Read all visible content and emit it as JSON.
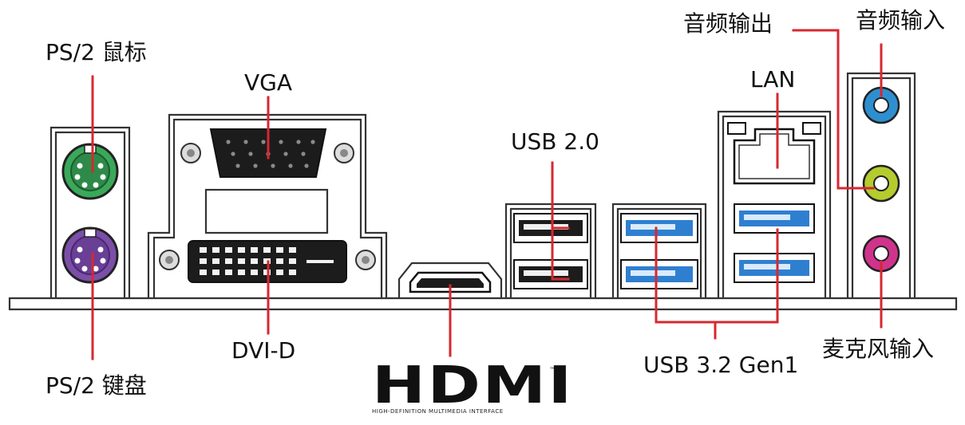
{
  "labels": {
    "ps2_mouse": "PS/2 鼠标",
    "vga": "VGA",
    "usb20": "USB 2.0",
    "lan": "LAN",
    "audio_out": "音频输出",
    "audio_in": "音频输入",
    "ps2_keyboard": "PS/2 键盘",
    "dvid": "DVI-D",
    "usb32": "USB 3.2 Gen1",
    "mic_in": "麦克风输入"
  },
  "hdmi_logo": {
    "word": "HDMI",
    "tm": "™",
    "subtitle": "HIGH-DEFINITION MULTIMEDIA INTERFACE"
  },
  "colors": {
    "leader_line": "#d7282f",
    "ps2_mouse": "#3aa85a",
    "ps2_keyboard": "#7b4fa8",
    "usb3_blue": "#2f7fd1",
    "audio_line_in": "#2e8fd0",
    "audio_line_out": "#b5cc2e",
    "audio_mic": "#d0338c",
    "panel_outline": "#333333"
  }
}
